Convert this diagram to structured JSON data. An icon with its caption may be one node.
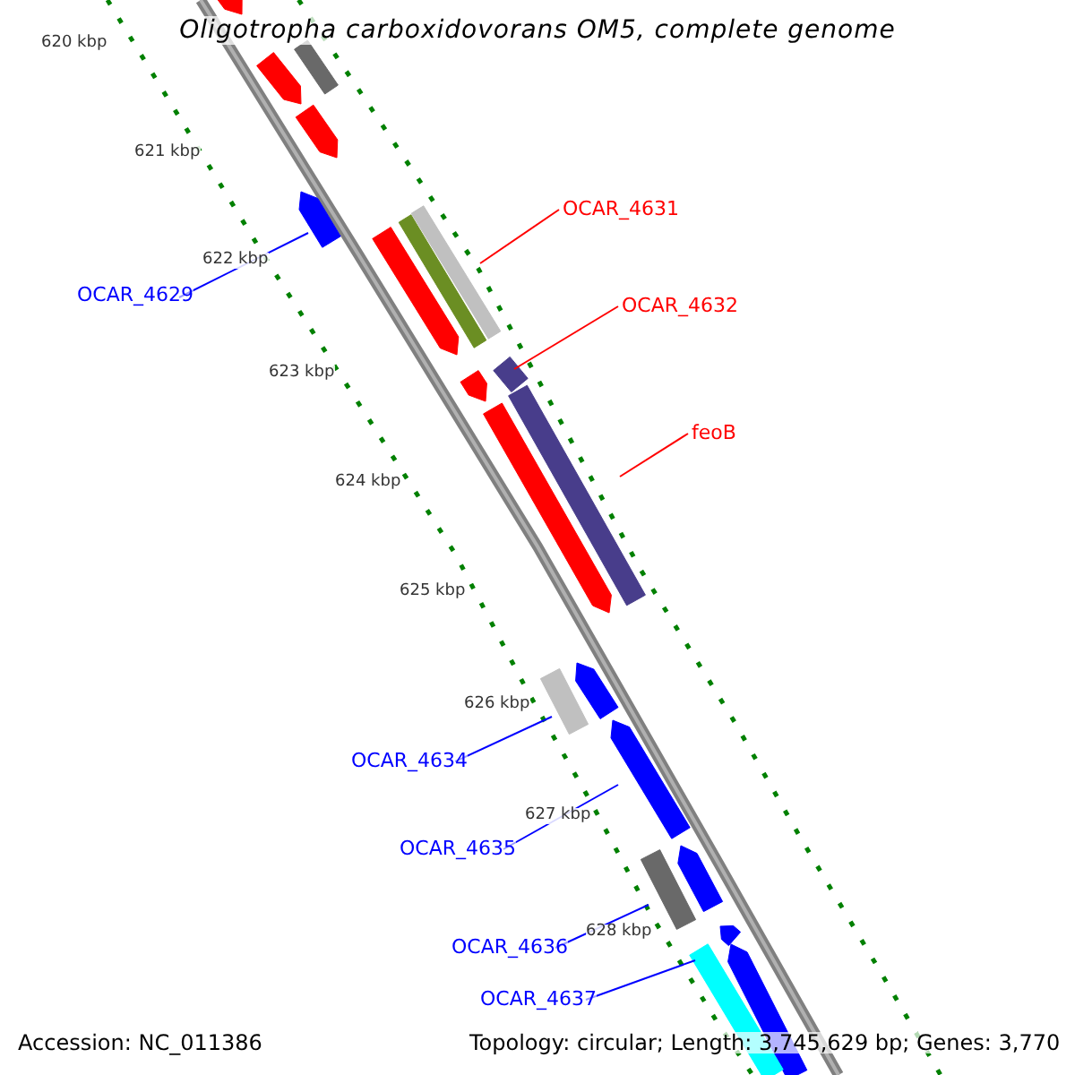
{
  "diagram": {
    "title": "Oligotropha carboxidovorans OM5, complete genome",
    "nodes": [
      {
        "text": [],
        "shape": "arrow"
      },
      {
        "text": [],
        "shape": "bar"
      },
      {
        "text": [],
        "shape": "arrow"
      },
      {
        "text": [],
        "shape": "arrow"
      },
      {
        "text": [],
        "shape": "arrow"
      },
      {
        "text": [
          "OCAR_4631"
        ]
      },
      {
        "text": [],
        "shape": "bar"
      },
      {
        "text": [],
        "shape": "bar"
      },
      {
        "text": [],
        "shape": "arrow"
      },
      {
        "text": [
          "OCAR_4629"
        ]
      },
      {
        "text": [
          "OCAR_4632"
        ]
      },
      {
        "text": [],
        "shape": "bar"
      },
      {
        "text": [],
        "shape": "arrow"
      },
      {
        "text": [],
        "shape": "bar"
      },
      {
        "text": [],
        "shape": "arrow"
      },
      {
        "text": [
          "feoB"
        ]
      },
      {
        "text": [],
        "shape": "arrow"
      },
      {
        "text": [],
        "shape": "bar"
      },
      {
        "text": [],
        "shape": "arrow"
      },
      {
        "text": [
          "OCAR_4634"
        ]
      },
      {
        "text": [
          "OCAR_4635"
        ]
      },
      {
        "text": [],
        "shape": "arrow"
      },
      {
        "text": [],
        "shape": "bar"
      },
      {
        "text": [],
        "shape": "arrow"
      },
      {
        "text": [
          "OCAR_4636"
        ]
      },
      {
        "text": [],
        "shape": "arrow"
      },
      {
        "text": [],
        "shape": "bar"
      },
      {
        "text": [
          "OCAR_4637"
        ]
      }
    ],
    "edges": [
      {
        "from": 9,
        "to": 4,
        "arrow": "none"
      },
      {
        "from": 5,
        "to": 6,
        "arrow": "none",
        "color": "#ff0000"
      },
      {
        "from": 10,
        "to": 11,
        "arrow": "none",
        "color": "#ff0000"
      },
      {
        "from": 15,
        "to": 13,
        "arrow": "none",
        "color": "#ff0000"
      },
      {
        "from": 19,
        "to": 17,
        "arrow": "none"
      },
      {
        "from": 20,
        "to": 18,
        "arrow": "none"
      },
      {
        "from": 24,
        "to": 22,
        "arrow": "none"
      },
      {
        "from": 27,
        "to": 26,
        "arrow": "none"
      }
    ],
    "labels": [
      "620 kbp",
      "621 kbp",
      "622 kbp",
      "623 kbp",
      "624 kbp",
      "625 kbp",
      "626 kbp",
      "627 kbp",
      "628 kbp",
      "Accession: NC_011386",
      "Topology: circular; Length: 3,745,629 bp; Genes: 3,770"
    ]
  }
}
